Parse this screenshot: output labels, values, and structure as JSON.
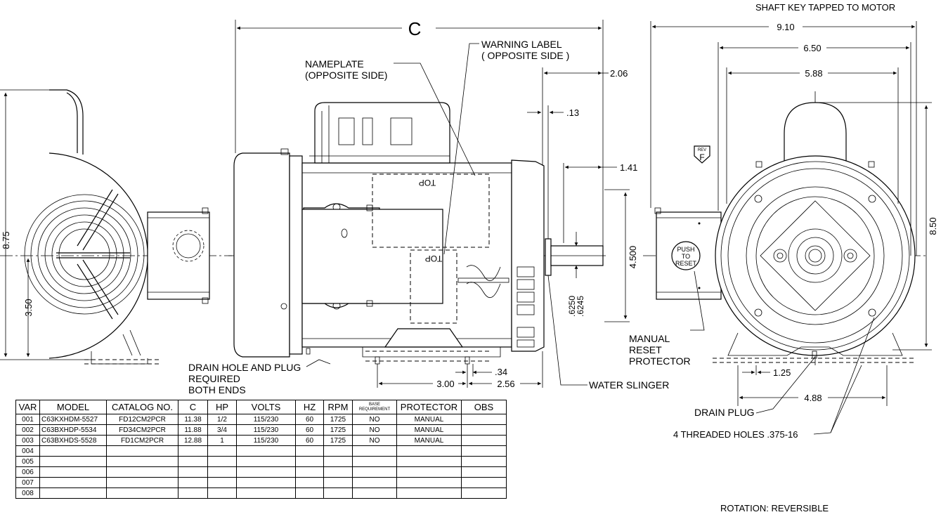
{
  "labels": {
    "shaft_key": "SHAFT KEY TAPPED TO MOTOR",
    "dim_c": "C",
    "warning": "WARNING LABEL",
    "warning_sub": "( OPPOSITE SIDE )",
    "nameplate": "NAMEPLATE",
    "nameplate_sub": "(OPPOSITE SIDE)",
    "drain_hole_1": "DRAIN HOLE AND PLUG",
    "drain_hole_2": "REQUIRED",
    "drain_hole_3": "BOTH ENDS",
    "water_slinger": "WATER SLINGER",
    "manual_1": "MANUAL",
    "manual_2": "RESET",
    "manual_3": "PROTECTOR",
    "drain_plug": "DRAIN PLUG",
    "threaded_holes": "4 THREADED HOLES .375-16",
    "rotation": "ROTATION:  REVERSIBLE",
    "push": "PUSH",
    "to": "TO",
    "reset": "RESET",
    "rev_label": "REV",
    "rev_letter": "F",
    "top_mark": "TOP"
  },
  "dims": {
    "d206": "2.06",
    "d013": ".13",
    "d141": "1.41",
    "d4500": "4.500",
    "d6250": ".6250",
    "d6245": ".6245",
    "d034": ".34",
    "d300": "3.00",
    "d256": "2.56",
    "d875": "8.75",
    "d350": "3.50",
    "d910": "9.10",
    "d650": "6.50",
    "d588": "5.88",
    "d850": "8.50",
    "d125": "1.25",
    "d488": "4.88"
  },
  "table": {
    "headers": [
      "VAR",
      "MODEL",
      "CATALOG NO.",
      "C",
      "HP",
      "VOLTS",
      "HZ",
      "RPM",
      "BASE REQUIREMENT",
      "PROTECTOR",
      "OBS"
    ],
    "rows": [
      [
        "001",
        "C63KXHDM-5527",
        "FD12CM2PCR",
        "11.38",
        "1/2",
        "115/230",
        "60",
        "1725",
        "NO",
        "MANUAL",
        ""
      ],
      [
        "002",
        "C63BXHDP-5534",
        "FD34CM2PCR",
        "11.88",
        "3/4",
        "115/230",
        "60",
        "1725",
        "NO",
        "MANUAL",
        ""
      ],
      [
        "003",
        "C63BXHDS-5528",
        "FD1CM2PCR",
        "12.88",
        "1",
        "115/230",
        "60",
        "1725",
        "NO",
        "MANUAL",
        ""
      ],
      [
        "004",
        "",
        "",
        "",
        "",
        "",
        "",
        "",
        "",
        "",
        ""
      ],
      [
        "005",
        "",
        "",
        "",
        "",
        "",
        "",
        "",
        "",
        "",
        ""
      ],
      [
        "006",
        "",
        "",
        "",
        "",
        "",
        "",
        "",
        "",
        "",
        ""
      ],
      [
        "007",
        "",
        "",
        "",
        "",
        "",
        "",
        "",
        "",
        "",
        ""
      ],
      [
        "008",
        "",
        "",
        "",
        "",
        "",
        "",
        "",
        "",
        "",
        ""
      ]
    ]
  }
}
